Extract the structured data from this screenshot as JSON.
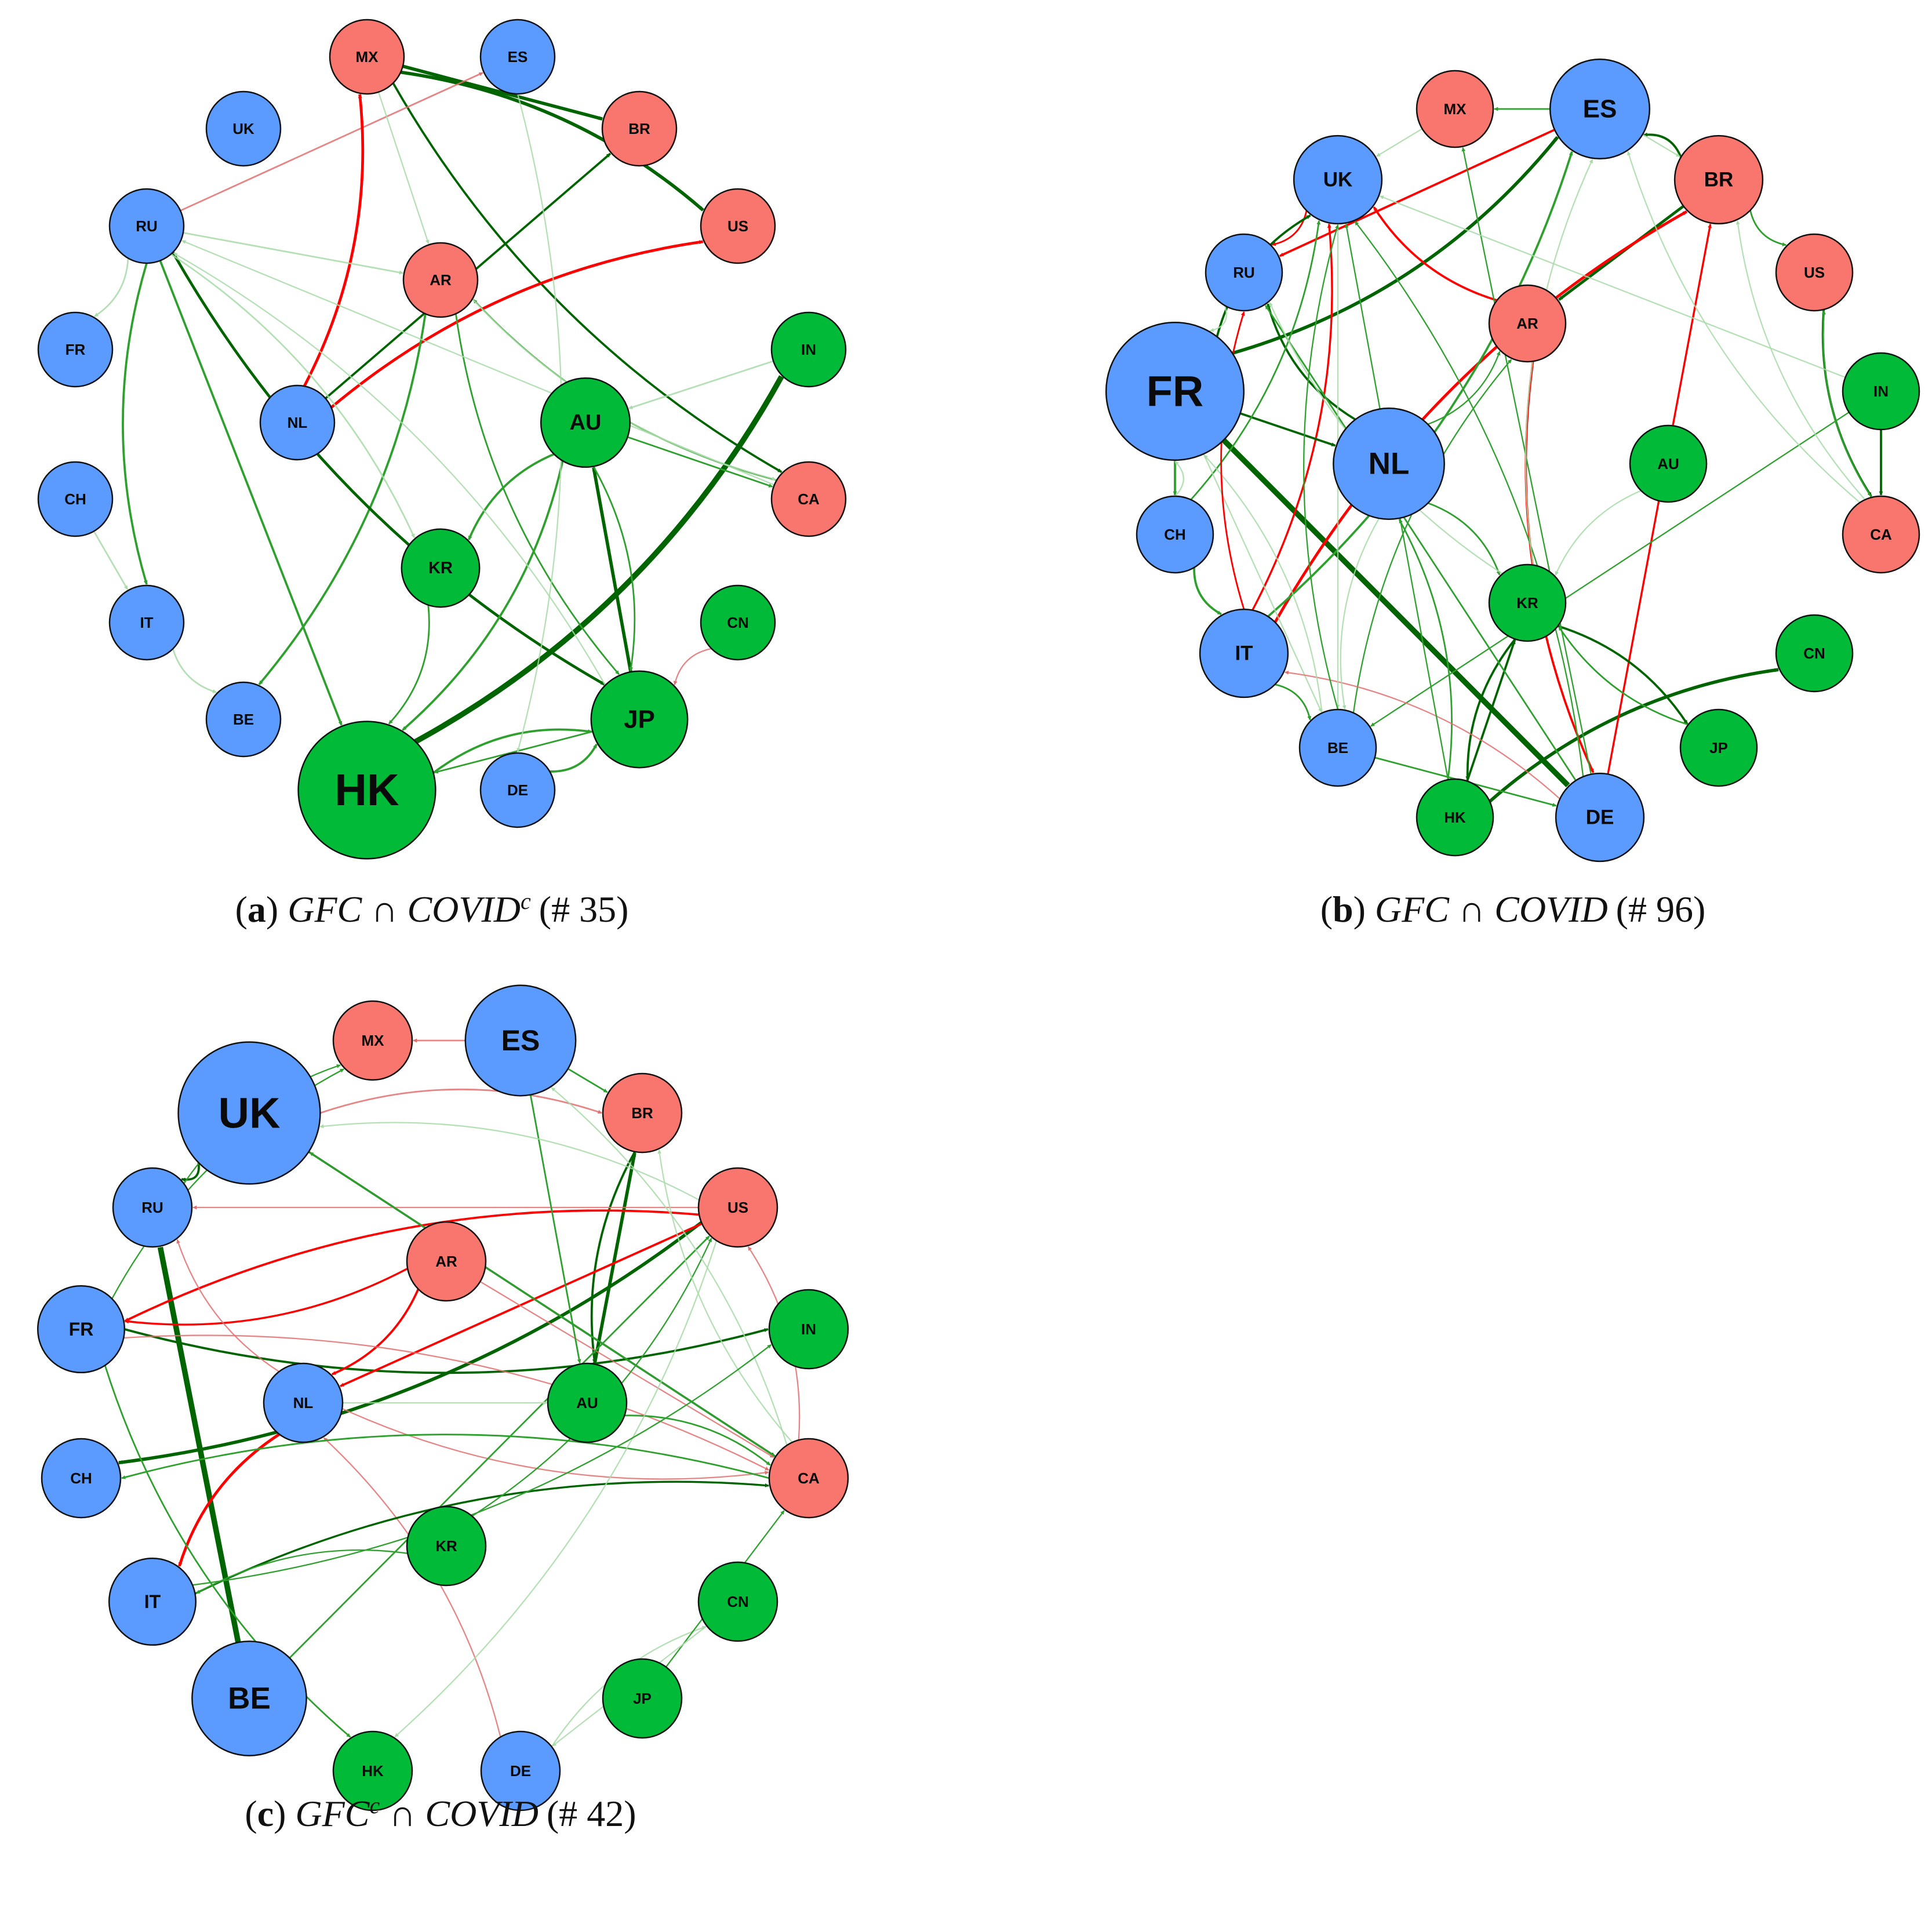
{
  "colors": {
    "blue": "#5b9bff",
    "red": "#f8766d",
    "green": "#00ba38",
    "edge_green_dark": "#006400",
    "edge_green": "#2ea02e",
    "edge_green_light": "#a8dba8",
    "edge_red": "#ff0000",
    "edge_red_light": "#e07070"
  },
  "panels": [
    {
      "id": "a",
      "caption": {
        "letter": "a",
        "left": "GFC",
        "op": "∩",
        "right": "COVID",
        "sup_left": "",
        "sup_right": "c",
        "count": "(# 35)"
      },
      "nodes": [
        {
          "label": "MX",
          "group": "red",
          "size": 1
        },
        {
          "label": "ES",
          "group": "blue",
          "size": 1
        },
        {
          "label": "UK",
          "group": "blue",
          "size": 1
        },
        {
          "label": "BR",
          "group": "red",
          "size": 1
        },
        {
          "label": "RU",
          "group": "blue",
          "size": 1
        },
        {
          "label": "US",
          "group": "red",
          "size": 1
        },
        {
          "label": "AR",
          "group": "red",
          "size": 1
        },
        {
          "label": "FR",
          "group": "blue",
          "size": 1
        },
        {
          "label": "IN",
          "group": "green",
          "size": 1
        },
        {
          "label": "NL",
          "group": "blue",
          "size": 1
        },
        {
          "label": "AU",
          "group": "green",
          "size": 1.2
        },
        {
          "label": "CH",
          "group": "blue",
          "size": 1
        },
        {
          "label": "CA",
          "group": "red",
          "size": 1
        },
        {
          "label": "KR",
          "group": "green",
          "size": 1.05
        },
        {
          "label": "IT",
          "group": "blue",
          "size": 1
        },
        {
          "label": "CN",
          "group": "green",
          "size": 1
        },
        {
          "label": "JP",
          "group": "green",
          "size": 1.3
        },
        {
          "label": "BE",
          "group": "blue",
          "size": 1
        },
        {
          "label": "DE",
          "group": "blue",
          "size": 1
        },
        {
          "label": "HK",
          "group": "green",
          "size": 1.85
        }
      ],
      "edges": [
        [
          "MX",
          "BR",
          "dark",
          3
        ],
        [
          "MX",
          "US",
          "dark",
          3
        ],
        [
          "MX",
          "CA",
          "dark",
          2
        ],
        [
          "RU",
          "ES",
          "red_light",
          1.5
        ],
        [
          "NL",
          "MX",
          "red",
          2.5
        ],
        [
          "NL",
          "US",
          "red",
          2.5
        ],
        [
          "NL",
          "BR",
          "dark",
          2
        ],
        [
          "AR",
          "BE",
          "green",
          2
        ],
        [
          "RU",
          "IT",
          "green",
          2
        ],
        [
          "RU",
          "HK",
          "green",
          2
        ],
        [
          "RU",
          "JP",
          "dark",
          2.5
        ],
        [
          "RU",
          "FR",
          "light",
          1.5
        ],
        [
          "RU",
          "AR",
          "light",
          1.5
        ],
        [
          "RU",
          "KR",
          "light",
          1.5
        ],
        [
          "HK",
          "IN",
          "dark",
          5
        ],
        [
          "JP",
          "AU",
          "dark",
          3
        ],
        [
          "AU",
          "KR",
          "green",
          2
        ],
        [
          "AU",
          "HK",
          "green",
          2
        ],
        [
          "AU",
          "CA",
          "green",
          1.5
        ],
        [
          "CA",
          "AR",
          "green",
          1.5
        ],
        [
          "IT",
          "BE",
          "light",
          1.5
        ],
        [
          "CH",
          "IT",
          "light",
          1.5
        ],
        [
          "DE",
          "JP",
          "green",
          2
        ],
        [
          "HK",
          "JP",
          "green",
          2
        ],
        [
          "JP",
          "HK",
          "green",
          1.5
        ],
        [
          "KR",
          "HK",
          "green",
          1.5
        ],
        [
          "AR",
          "JP",
          "green",
          1.5
        ],
        [
          "IN",
          "AU",
          "light",
          1.5
        ],
        [
          "CN",
          "JP",
          "red_light",
          1.2
        ],
        [
          "AU",
          "JP",
          "green",
          1.5
        ],
        [
          "MX",
          "AR",
          "light",
          1.2
        ],
        [
          "ES",
          "DE",
          "light",
          1.2
        ],
        [
          "JP",
          "RU",
          "light",
          1.2
        ],
        [
          "CA",
          "RU",
          "light",
          1.2
        ],
        [
          "AR",
          "CA",
          "light",
          1.2
        ]
      ]
    },
    {
      "id": "b",
      "caption": {
        "letter": "b",
        "left": "GFC",
        "op": "∩",
        "right": "COVID",
        "sup_left": "",
        "sup_right": "",
        "count": "(# 96)"
      },
      "nodes": [
        {
          "label": "MX",
          "group": "red",
          "size": 1
        },
        {
          "label": "ES",
          "group": "blue",
          "size": 1.3
        },
        {
          "label": "UK",
          "group": "blue",
          "size": 1.15
        },
        {
          "label": "BR",
          "group": "red",
          "size": 1.15
        },
        {
          "label": "RU",
          "group": "blue",
          "size": 1
        },
        {
          "label": "US",
          "group": "red",
          "size": 1
        },
        {
          "label": "AR",
          "group": "red",
          "size": 1
        },
        {
          "label": "FR",
          "group": "blue",
          "size": 1.8
        },
        {
          "label": "IN",
          "group": "green",
          "size": 1
        },
        {
          "label": "NL",
          "group": "blue",
          "size": 1.45
        },
        {
          "label": "AU",
          "group": "green",
          "size": 1
        },
        {
          "label": "CH",
          "group": "blue",
          "size": 1
        },
        {
          "label": "CA",
          "group": "red",
          "size": 1
        },
        {
          "label": "KR",
          "group": "green",
          "size": 1
        },
        {
          "label": "IT",
          "group": "blue",
          "size": 1.15
        },
        {
          "label": "CN",
          "group": "green",
          "size": 1
        },
        {
          "label": "JP",
          "group": "green",
          "size": 1
        },
        {
          "label": "BE",
          "group": "blue",
          "size": 1
        },
        {
          "label": "DE",
          "group": "blue",
          "size": 1.15
        },
        {
          "label": "HK",
          "group": "green",
          "size": 1
        }
      ],
      "edges": [
        [
          "FR",
          "DE",
          "dark",
          5
        ],
        [
          "HK",
          "CN",
          "dark",
          3
        ],
        [
          "FR",
          "ES",
          "dark",
          3
        ],
        [
          "BR",
          "AR",
          "dark",
          2.5
        ],
        [
          "BR",
          "ES",
          "dark",
          2
        ],
        [
          "AR",
          "UK",
          "red",
          2
        ],
        [
          "ES",
          "RU",
          "red",
          2
        ],
        [
          "IT",
          "BR",
          "red",
          2.5
        ],
        [
          "AR",
          "DE",
          "red",
          2
        ],
        [
          "DE",
          "BR",
          "red",
          1.8
        ],
        [
          "IT",
          "UK",
          "red",
          1.8
        ],
        [
          "UK",
          "RU",
          "red",
          1.5
        ],
        [
          "FR",
          "NL",
          "dark",
          2
        ],
        [
          "NL",
          "RU",
          "dark",
          2
        ],
        [
          "US",
          "CA",
          "dark",
          2
        ],
        [
          "IN",
          "CA",
          "dark",
          2
        ],
        [
          "KR",
          "HK",
          "dark",
          2
        ],
        [
          "KR",
          "JP",
          "dark",
          2
        ],
        [
          "HK",
          "KR",
          "dark",
          2
        ],
        [
          "FR",
          "UK",
          "dark",
          2
        ],
        [
          "IT",
          "ES",
          "green",
          2
        ],
        [
          "FR",
          "CH",
          "green",
          2
        ],
        [
          "CH",
          "IT",
          "green",
          2
        ],
        [
          "IT",
          "BE",
          "green",
          1.5
        ],
        [
          "BE",
          "DE",
          "green",
          1.5
        ],
        [
          "NL",
          "KR",
          "green",
          1.5
        ],
        [
          "NL",
          "AR",
          "green",
          1.2
        ],
        [
          "ES",
          "MX",
          "green",
          1.5
        ],
        [
          "BR",
          "US",
          "green",
          1.5
        ],
        [
          "CA",
          "US",
          "green",
          1.5
        ],
        [
          "IN",
          "BE",
          "green",
          1.2
        ],
        [
          "JP",
          "KR",
          "green",
          1.5
        ],
        [
          "AU",
          "KR",
          "light",
          1.2
        ],
        [
          "DE",
          "RU",
          "green",
          1.5
        ],
        [
          "HK",
          "NL",
          "green",
          1.5
        ],
        [
          "BE",
          "AR",
          "green",
          1.2
        ],
        [
          "MX",
          "UK",
          "light",
          1.2
        ],
        [
          "RU",
          "FR",
          "light",
          1.2
        ],
        [
          "CH",
          "UK",
          "green",
          1.5
        ],
        [
          "FR",
          "BE",
          "light",
          1.2
        ],
        [
          "DE",
          "IT",
          "red_light",
          1.2
        ],
        [
          "CA",
          "BR",
          "light",
          1.2
        ],
        [
          "DE",
          "MX",
          "green",
          1.2
        ],
        [
          "KR",
          "RU",
          "light",
          1.2
        ],
        [
          "BE",
          "FR",
          "light",
          1.2
        ],
        [
          "UK",
          "BE",
          "light",
          1.2
        ],
        [
          "CH",
          "FR",
          "light",
          1.2
        ],
        [
          "IT",
          "RU",
          "red",
          1.5
        ],
        [
          "ES",
          "BR",
          "light",
          1.2
        ],
        [
          "BE",
          "UK",
          "green",
          1.2
        ],
        [
          "DE",
          "UK",
          "green",
          1.2
        ],
        [
          "HK",
          "UK",
          "green",
          1.2
        ],
        [
          "NL",
          "BE",
          "light",
          1.2
        ],
        [
          "KR",
          "ES",
          "light",
          1.2
        ],
        [
          "IN",
          "UK",
          "light",
          1.2
        ],
        [
          "CA",
          "ES",
          "light",
          1.2
        ]
      ]
    },
    {
      "id": "c",
      "caption": {
        "letter": "c",
        "left": "GFC",
        "op": "∩",
        "right": "COVID",
        "sup_left": "c",
        "sup_right": "",
        "count": "(# 42)"
      },
      "nodes": [
        {
          "label": "MX",
          "group": "red",
          "size": 1
        },
        {
          "label": "ES",
          "group": "blue",
          "size": 1.4
        },
        {
          "label": "UK",
          "group": "blue",
          "size": 1.8
        },
        {
          "label": "BR",
          "group": "red",
          "size": 1
        },
        {
          "label": "RU",
          "group": "blue",
          "size": 1
        },
        {
          "label": "US",
          "group": "red",
          "size": 1
        },
        {
          "label": "AR",
          "group": "red",
          "size": 1
        },
        {
          "label": "FR",
          "group": "blue",
          "size": 1.1
        },
        {
          "label": "IN",
          "group": "green",
          "size": 1
        },
        {
          "label": "NL",
          "group": "blue",
          "size": 1
        },
        {
          "label": "AU",
          "group": "green",
          "size": 1
        },
        {
          "label": "CH",
          "group": "blue",
          "size": 1
        },
        {
          "label": "CA",
          "group": "red",
          "size": 1
        },
        {
          "label": "KR",
          "group": "green",
          "size": 1
        },
        {
          "label": "IT",
          "group": "blue",
          "size": 1.1
        },
        {
          "label": "CN",
          "group": "green",
          "size": 1
        },
        {
          "label": "JP",
          "group": "green",
          "size": 1
        },
        {
          "label": "BE",
          "group": "blue",
          "size": 1.45
        },
        {
          "label": "DE",
          "group": "blue",
          "size": 1
        },
        {
          "label": "HK",
          "group": "green",
          "size": 1
        }
      ],
      "edges": [
        [
          "BE",
          "RU",
          "dark",
          5
        ],
        [
          "US",
          "CH",
          "dark",
          3
        ],
        [
          "FR",
          "IN",
          "dark",
          2
        ],
        [
          "AU",
          "BR",
          "dark",
          3
        ],
        [
          "BR",
          "AU",
          "dark",
          2
        ],
        [
          "UK",
          "RU",
          "dark",
          2
        ],
        [
          "UK",
          "CA",
          "dark",
          1.8
        ],
        [
          "AR",
          "NL",
          "red",
          2
        ],
        [
          "NL",
          "IT",
          "red",
          2.5
        ],
        [
          "US",
          "NL",
          "red",
          2
        ],
        [
          "US",
          "FR",
          "red",
          2
        ],
        [
          "AR",
          "FR",
          "red",
          1.8
        ],
        [
          "ES",
          "MX",
          "red_light",
          1.5
        ],
        [
          "UK",
          "BR",
          "red_light",
          1.5
        ],
        [
          "CA",
          "US",
          "red_light",
          1.2
        ],
        [
          "AR",
          "CA",
          "red_light",
          1.2
        ],
        [
          "NL",
          "CA",
          "red_light",
          1.2
        ],
        [
          "FR",
          "CA",
          "red_light",
          1.2
        ],
        [
          "US",
          "RU",
          "red_light",
          1.2
        ],
        [
          "NL",
          "RU",
          "red_light",
          1.2
        ],
        [
          "DE",
          "NL",
          "red_light",
          1.2
        ],
        [
          "CA",
          "UK",
          "green",
          1.5
        ],
        [
          "CA",
          "CH",
          "green",
          1.5
        ],
        [
          "IT",
          "CA",
          "dark",
          1.8
        ],
        [
          "ES",
          "AU",
          "green",
          1.5
        ],
        [
          "AU",
          "CA",
          "green",
          1.5
        ],
        [
          "FR",
          "HK",
          "green",
          1.5
        ],
        [
          "BE",
          "US",
          "green",
          1.5
        ],
        [
          "KR",
          "US",
          "green",
          1.2
        ],
        [
          "CA",
          "BR",
          "light",
          1.2
        ],
        [
          "ES",
          "BR",
          "green",
          1.5
        ],
        [
          "DE",
          "CN",
          "light",
          1.2
        ],
        [
          "CA",
          "ES",
          "light",
          1.2
        ],
        [
          "JP",
          "CA",
          "green",
          1.2
        ],
        [
          "KR",
          "IT",
          "green",
          1.2
        ],
        [
          "US",
          "HK",
          "light",
          1.2
        ],
        [
          "NL",
          "AU",
          "light",
          1.2
        ],
        [
          "RU",
          "MX",
          "green",
          1.2
        ],
        [
          "IT",
          "IN",
          "green",
          1.2
        ],
        [
          "CN",
          "DE",
          "light",
          1.2
        ],
        [
          "US",
          "UK",
          "light",
          1.2
        ],
        [
          "FR",
          "MX",
          "green",
          1.2
        ]
      ]
    }
  ]
}
